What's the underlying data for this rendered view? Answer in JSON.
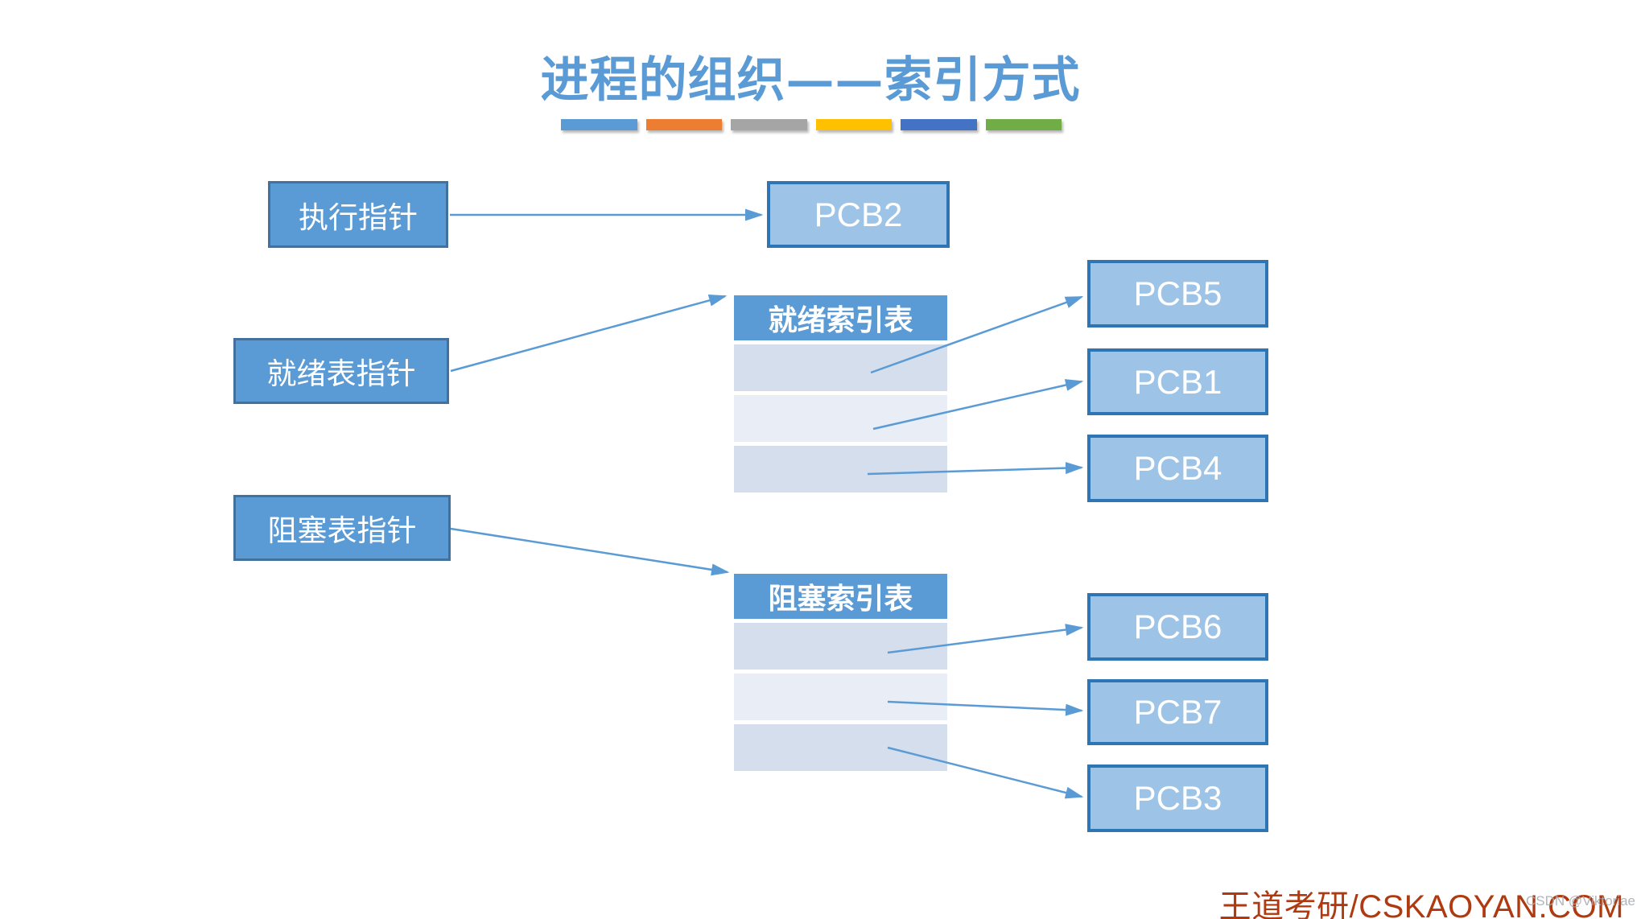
{
  "slide": {
    "title": "进程的组织——索引方式",
    "title_color": "#5B9BD5"
  },
  "accent_bars": [
    {
      "name": "blue-bar",
      "color": "#5B9BD5"
    },
    {
      "name": "orange-bar",
      "color": "#ED7D31"
    },
    {
      "name": "gray-bar",
      "color": "#A5A5A5"
    },
    {
      "name": "gold-bar",
      "color": "#FFC000"
    },
    {
      "name": "dark-blue-bar",
      "color": "#4472C4"
    },
    {
      "name": "green-bar",
      "color": "#70AD47"
    }
  ],
  "pointers": {
    "exec": "执行指针",
    "ready": "就绪表指针",
    "blocked": "阻塞表指针"
  },
  "tables": {
    "ready": {
      "title": "就绪索引表",
      "row_count": 3,
      "rows": [
        "",
        "",
        ""
      ]
    },
    "blocked": {
      "title": "阻塞索引表",
      "row_count": 3,
      "rows": [
        "",
        "",
        ""
      ]
    }
  },
  "pcbs": {
    "running": "PCB2",
    "ready": [
      "PCB5",
      "PCB1",
      "PCB4"
    ],
    "blocked": [
      "PCB6",
      "PCB7",
      "PCB3"
    ]
  },
  "footer": {
    "brand": "王道考研/CSKAOYAN.COM",
    "brand_color": "#B03A10",
    "watermark": "CSDN @Viktoriae"
  },
  "colors": {
    "pointer_box_fill": "#5B9BD5",
    "pointer_box_border": "#41719C",
    "pcb_box_fill": "#9DC3E6",
    "pcb_box_border": "#2E75B6",
    "table_header_fill": "#5B9BD5",
    "table_row_dark": "#D5DEED",
    "table_row_light": "#E9EDF5",
    "arrow": "#5B9BD5"
  }
}
